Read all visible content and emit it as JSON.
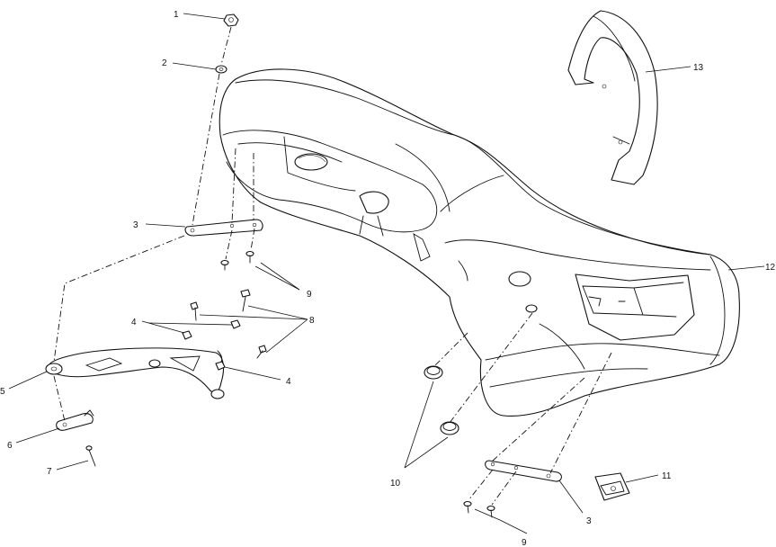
{
  "callouts": {
    "c1": "1",
    "c2": "2",
    "c3a": "3",
    "c3b": "3",
    "c4a": "4",
    "c4b": "4",
    "c5": "5",
    "c6": "6",
    "c7": "7",
    "c8": "8",
    "c9a": "9",
    "c9b": "9",
    "c10": "10",
    "c11": "11",
    "c12": "12",
    "c13": "13"
  }
}
